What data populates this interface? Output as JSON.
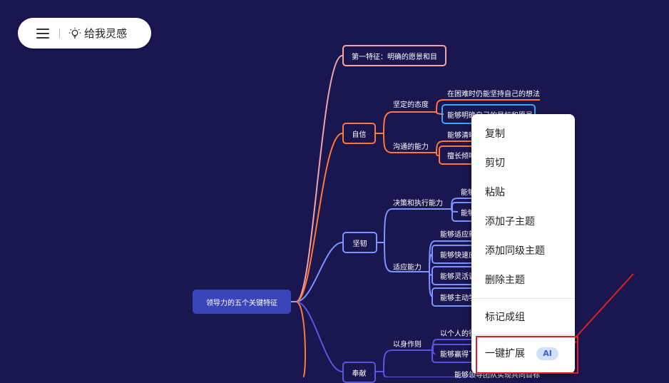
{
  "toolbar": {
    "inspire_label": "给我灵感",
    "icons": [
      "menu-icon",
      "lightbulb-icon"
    ]
  },
  "mindmap": {
    "root": "领导力的五个关键特征",
    "branches": {
      "first_trait": "第一特征：明确的愿景和目",
      "confidence": {
        "label": "自信",
        "firm_attitude": "坚定的态度",
        "firm_item1": "在困难时仍能坚持自己的想法",
        "firm_item2": "能够明确自己的目标和愿景",
        "communication": "沟通的能力",
        "comm_item1": "能够清晰",
        "comm_item2": "擅长倾听"
      },
      "resilience": {
        "label": "坚韧",
        "decision": "决策和执行能力",
        "decision_item1": "能够",
        "decision_item2": "能够",
        "adapt": "适应能力",
        "adapt_item1": "能够适应新",
        "adapt_item2": "能够快速应",
        "adapt_item3": "能够灵活调",
        "adapt_item4": "能够主动学"
      },
      "dedication": {
        "label": "奉献",
        "example": "以身作则",
        "example_item1": "以个人的行",
        "example_item2": "能够赢得下",
        "bottom_item": "能够领导团队实现共同目标"
      }
    }
  },
  "context_menu": {
    "copy": "复制",
    "cut": "剪切",
    "paste": "粘贴",
    "add_child": "添加子主题",
    "add_sibling": "添加同级主题",
    "delete": "删除主题",
    "mark_group": "标记成组",
    "ai_expand": "一键扩展",
    "ai_badge": "AI"
  },
  "colors": {
    "background": "#1a1650",
    "first_branch": "#f3a3a8",
    "confidence_branch": "#ff7a3a",
    "resilience_branch": "#7d93ff",
    "dedication_branch": "#5a55e0",
    "root_fill": "#3a46b8",
    "selected_outline": "#3aa8ff",
    "annotation_red": "#e02020"
  }
}
